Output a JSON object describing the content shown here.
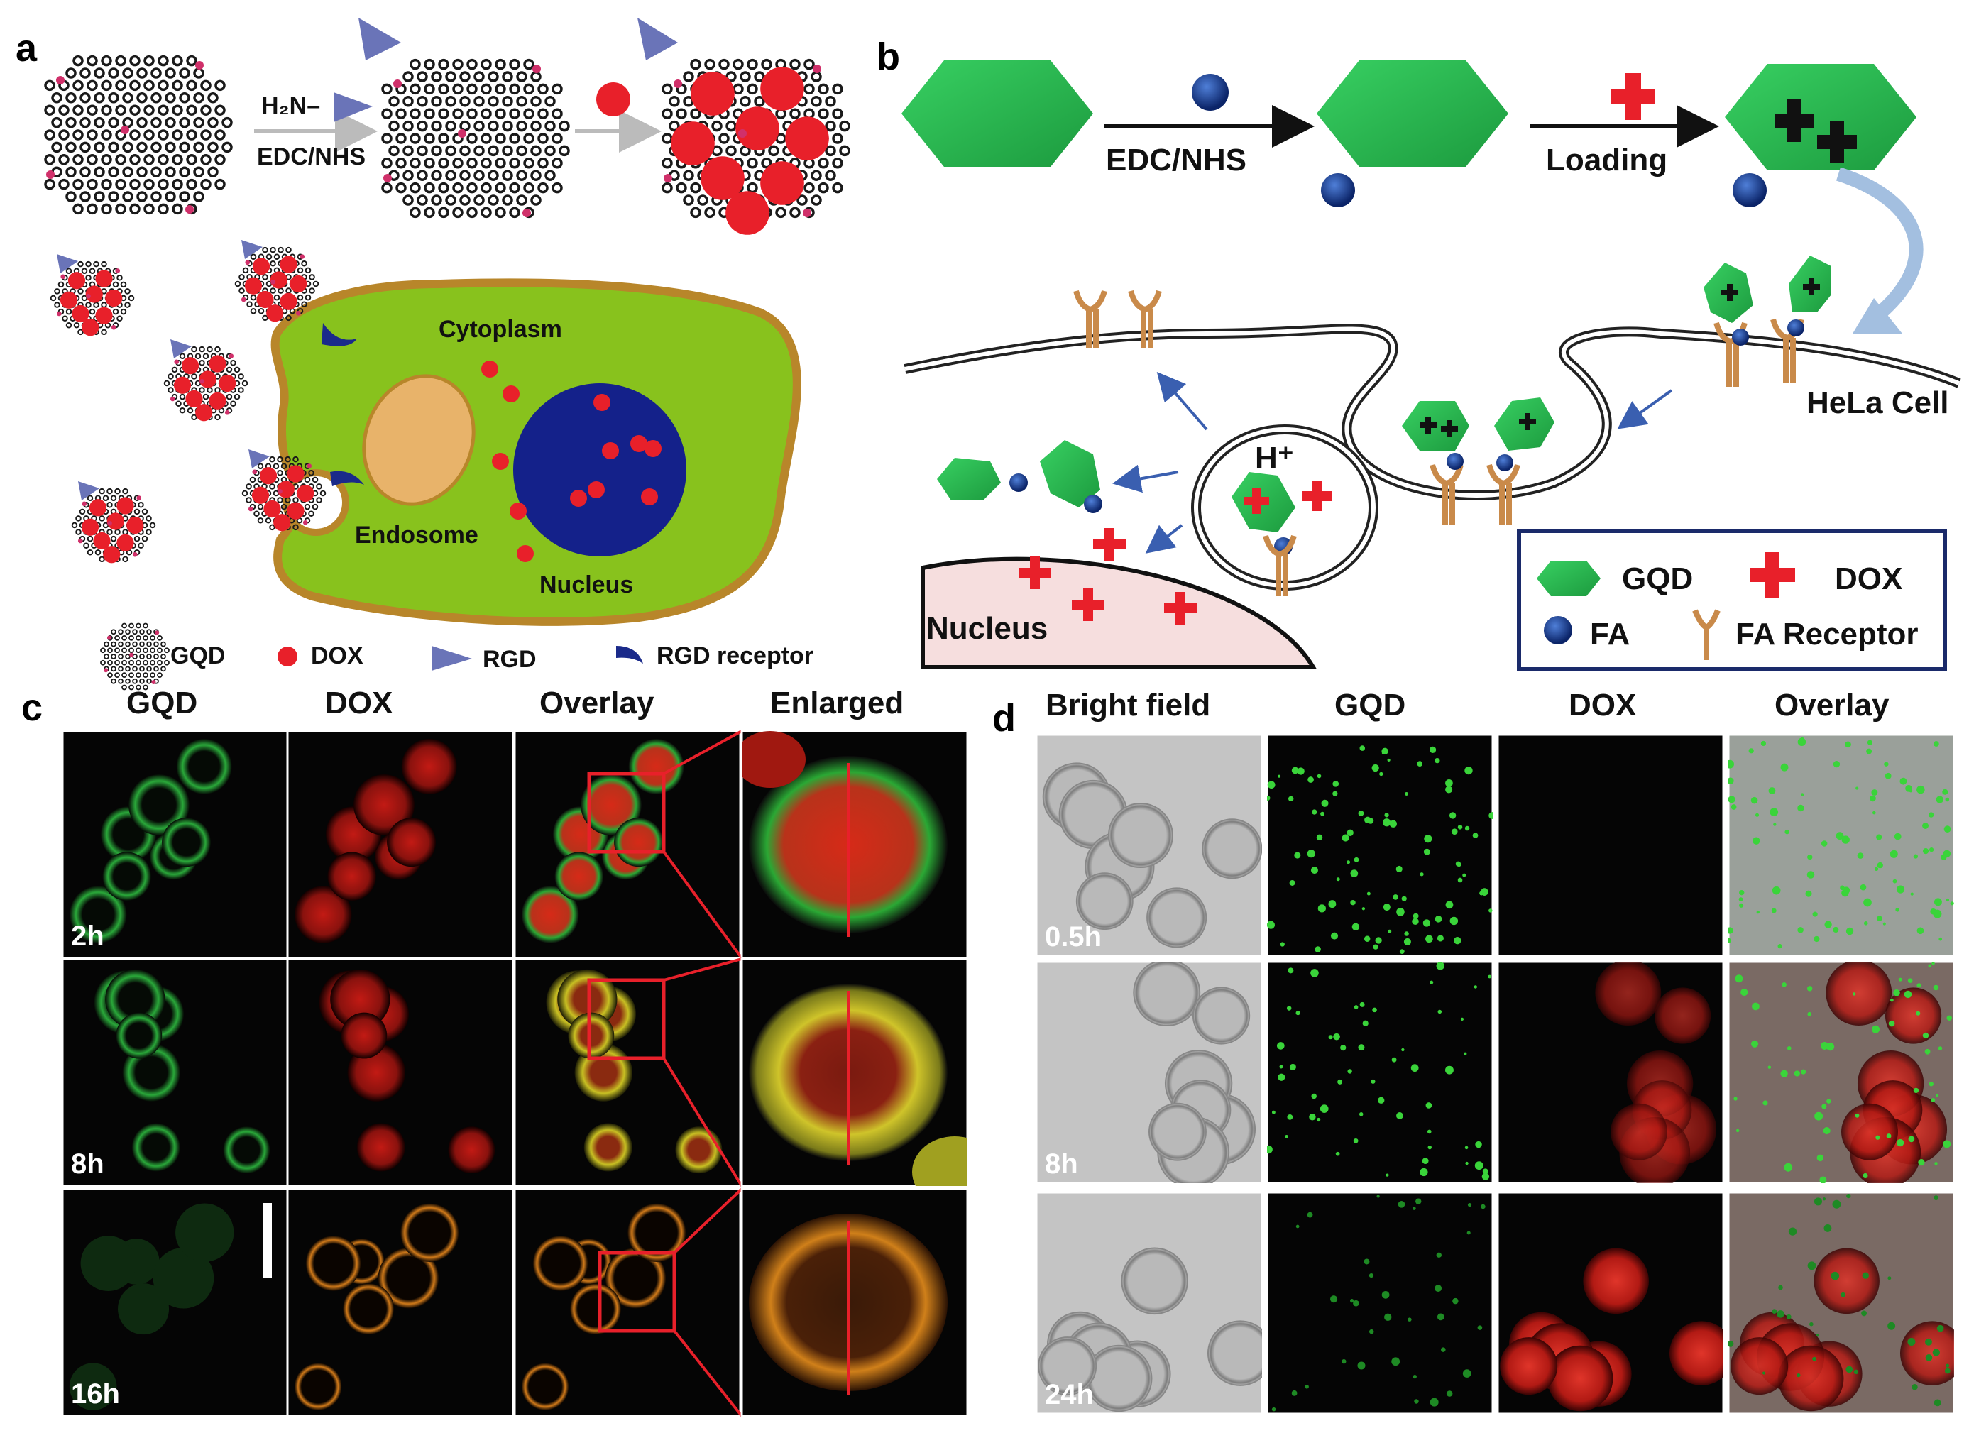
{
  "panels": {
    "a": {
      "letter": "a",
      "reagent": "H₂N–",
      "coupling": "EDC/NHS",
      "labels": {
        "cytoplasm": "Cytoplasm",
        "endosome": "Endosome",
        "nucleus": "Nucleus"
      },
      "legend": {
        "gqd": "GQD",
        "dox": "DOX",
        "rgd": "RGD",
        "rgd_receptor": "RGD receptor"
      }
    },
    "b": {
      "letter": "b",
      "step1": "EDC/NHS",
      "step2": "Loading",
      "hela": "HeLa Cell",
      "proton": "H⁺",
      "nucleus": "Nucleus",
      "legend": {
        "gqd": "GQD",
        "dox": "DOX",
        "fa": "FA",
        "fa_receptor": "FA Receptor"
      }
    },
    "c": {
      "letter": "c",
      "columns": [
        "GQD",
        "DOX",
        "Overlay",
        "Enlarged"
      ],
      "rows": [
        "2h",
        "8h",
        "16h"
      ]
    },
    "d": {
      "letter": "d",
      "columns": [
        "Bright field",
        "GQD",
        "DOX",
        "Overlay"
      ],
      "rows": [
        "0.5h",
        "8h",
        "24h"
      ]
    }
  },
  "colors": {
    "green_gqd": "#2fbf4a",
    "red_dox": "#e8202a",
    "cell_green": "#88c21d",
    "cell_border": "#b8862a",
    "nucleus_blue": "#14218a",
    "fa_blue": "#1a3f9a",
    "receptor": "#c98a4a",
    "nucleus_pink": "#f6dede"
  }
}
